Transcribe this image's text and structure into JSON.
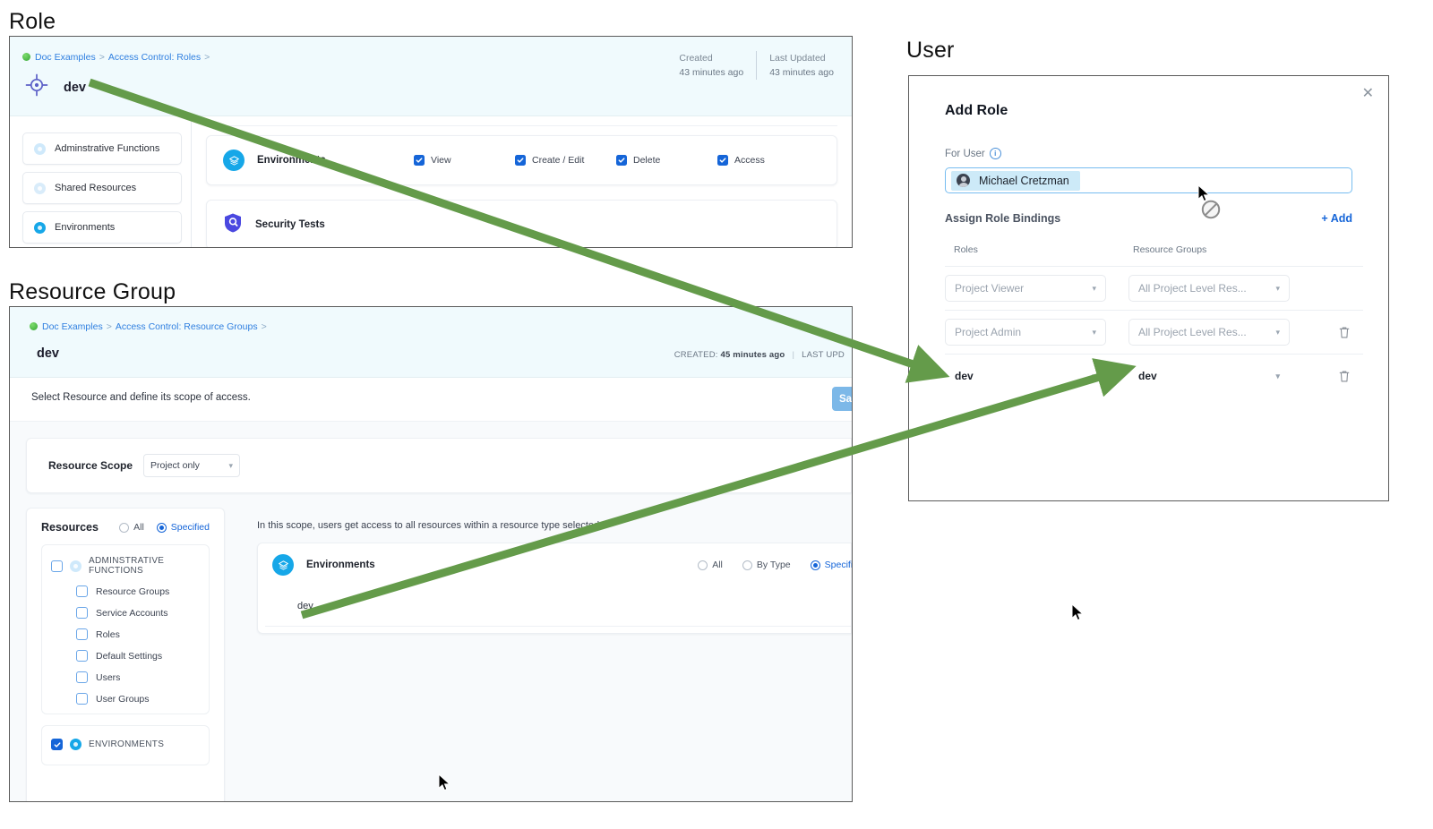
{
  "captions": {
    "role": "Role",
    "resource_group": "Resource Group",
    "user": "User"
  },
  "role_panel": {
    "breadcrumb": {
      "root": "Doc Examples",
      "section": "Access Control: Roles",
      "sep": ">"
    },
    "title": "dev",
    "meta": [
      {
        "label": "Created",
        "value": "43 minutes ago"
      },
      {
        "label": "Last Updated",
        "value": "43 minutes ago"
      }
    ],
    "sidebar_items": [
      {
        "label": "Adminstrative Functions",
        "icon": "pale-dot-icon"
      },
      {
        "label": "Shared Resources",
        "icon": "pale-dot-icon"
      },
      {
        "label": "Environments",
        "icon": "bright-dot-icon"
      }
    ],
    "permission_rows": [
      {
        "name": "Environments",
        "icon": "environments-icon",
        "permissions": [
          {
            "label": "View",
            "checked": true
          },
          {
            "label": "Create / Edit",
            "checked": true
          },
          {
            "label": "Delete",
            "checked": true
          },
          {
            "label": "Access",
            "checked": true
          }
        ]
      },
      {
        "name": "Security Tests",
        "icon": "shield-icon",
        "permissions": []
      }
    ]
  },
  "resource_group_panel": {
    "breadcrumb": {
      "root": "Doc Examples",
      "section": "Access Control: Resource Groups",
      "sep": ">"
    },
    "title": "dev",
    "meta": {
      "created_label": "CREATED:",
      "created_value": "45 minutes ago",
      "last_updated_label": "LAST UPD"
    },
    "subtitle": "Select Resource and define its scope of access.",
    "save_label": "Sav",
    "scope": {
      "label": "Resource Scope",
      "value": "Project only"
    },
    "resources": {
      "title": "Resources",
      "options": [
        {
          "label": "All",
          "selected": false
        },
        {
          "label": "Specified",
          "selected": true
        }
      ],
      "groups": [
        {
          "label": "ADMINSTRATIVE FUNCTIONS",
          "checked": false,
          "children": [
            {
              "label": "Resource Groups",
              "checked": false
            },
            {
              "label": "Service Accounts",
              "checked": false
            },
            {
              "label": "Roles",
              "checked": false
            },
            {
              "label": "Default Settings",
              "checked": false
            },
            {
              "label": "Users",
              "checked": false
            },
            {
              "label": "User Groups",
              "checked": false
            }
          ]
        },
        {
          "label": "ENVIRONMENTS",
          "checked": true,
          "children": []
        }
      ]
    },
    "scope_note": "In this scope, users get access to all resources within a resource type selected",
    "env_block": {
      "name": "Environments",
      "icon": "environments-icon",
      "options": [
        {
          "label": "All",
          "selected": false
        },
        {
          "label": "By Type",
          "selected": false
        },
        {
          "label": "Specifie",
          "selected": true
        }
      ],
      "value": "dev"
    }
  },
  "dialog": {
    "title": "Add Role",
    "close_icon": "close-icon",
    "for_user_label": "For User",
    "info_icon": "info-icon",
    "user_chip": "Michael Cretzman",
    "bindings_label": "Assign Role Bindings",
    "add_label": "+ Add",
    "columns": {
      "roles": "Roles",
      "resource_groups": "Resource Groups"
    },
    "rows": [
      {
        "role": "Project Viewer",
        "resource_group": "All Project Level Res...",
        "placeholder": true,
        "deletable": false
      },
      {
        "role": "Project Admin",
        "resource_group": "All Project Level Res...",
        "placeholder": true,
        "deletable": true
      },
      {
        "role": "dev",
        "resource_group": "dev",
        "placeholder": false,
        "deletable": true
      }
    ]
  },
  "colors": {
    "accent_blue": "#1565d8",
    "bright_cyan": "#16a7e8",
    "arrow_green": "#649b4a",
    "panel_header": "#f0fafd",
    "chip_bg": "#cdeaf8",
    "save_button": "#7cb8e8"
  }
}
